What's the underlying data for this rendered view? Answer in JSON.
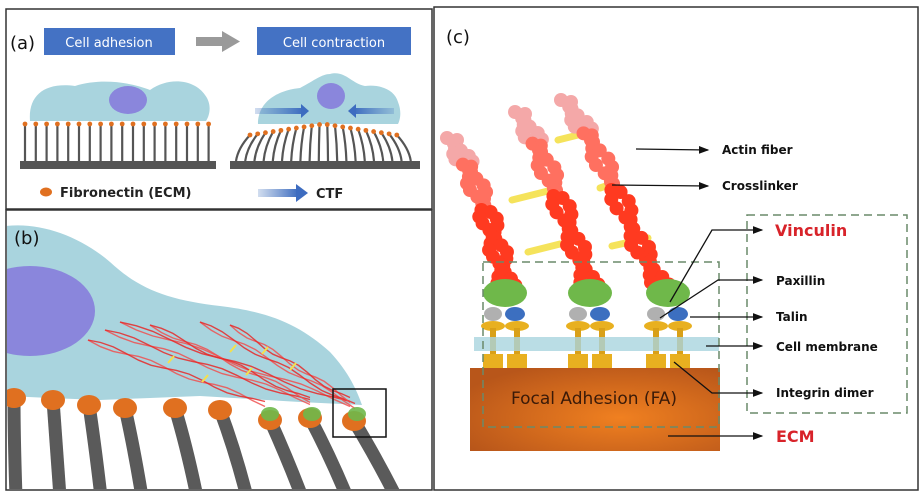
{
  "figure": {
    "panels": {
      "a": {
        "letter": "(a)",
        "step1_label": "Cell adhesion",
        "step2_label": "Cell contraction",
        "legend_fibronectin": "Fibronectin (ECM)",
        "legend_ctf": "CTF"
      },
      "b": {
        "letter": "(b)"
      },
      "c": {
        "letter": "(c)",
        "labels": {
          "actin_fiber": "Actin fiber",
          "crosslinker": "Crosslinker",
          "vinculin": "Vinculin",
          "paxillin": "Paxillin",
          "talin": "Talin",
          "cell_membrane": "Cell membrane",
          "integrin_dimer": "Integrin dimer",
          "ecm": "ECM",
          "focal_adhesion": "Focal Adhesion (FA)"
        }
      }
    },
    "colors": {
      "title_box": "#4472c4",
      "cell": "#a9d4de",
      "nucleus": "#8a86dc",
      "fibronectin": "#e07020",
      "pillar": "#555555",
      "actin": "#ff3a20",
      "crosslinker": "#f5e04a",
      "vinculin": "#6fb84a",
      "talin_gray": "#b0b0b0",
      "talin_blue": "#3c6fc0",
      "integrin": "#e8b020",
      "ecm": "#d86a1a",
      "highlight_red": "#d8232a",
      "dashed_box": "#6a8a6a"
    }
  }
}
